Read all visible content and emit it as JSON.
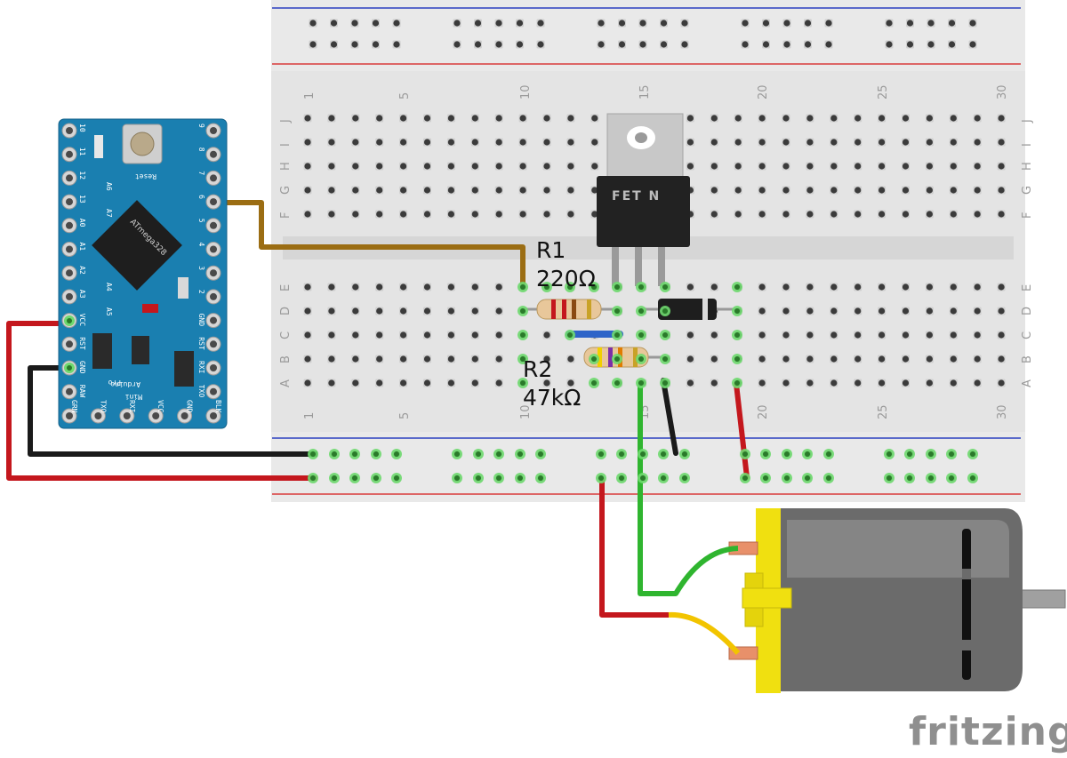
{
  "labels": {
    "r1_name": "R1",
    "r1_value": "220Ω",
    "r2_name": "R2",
    "r2_value": "47kΩ",
    "fet": "FET N",
    "watermark": "fritzing"
  },
  "breadboard": {
    "top_numbers": [
      "1",
      "5",
      "10",
      "15",
      "20",
      "25",
      "30"
    ],
    "bottom_numbers": [
      "1",
      "5",
      "10",
      "15",
      "20",
      "25",
      "30"
    ],
    "rows_top": [
      "J",
      "I",
      "H",
      "G",
      "F"
    ],
    "rows_bottom": [
      "E",
      "D",
      "C",
      "B",
      "A"
    ]
  },
  "arduino": {
    "reset": "Reset",
    "chip": "ATmega328",
    "name_line1": "Arduino",
    "name_line2": "Pro",
    "name_line3": "Mini",
    "left_pins": [
      "10",
      "11",
      "12",
      "13",
      "A0",
      "A1",
      "A2",
      "A3",
      "VCC",
      "RST",
      "GND",
      "RAW"
    ],
    "right_pins": [
      "9",
      "8",
      "7",
      "6",
      "5",
      "4",
      "3",
      "2",
      "GND",
      "RST",
      "RXI",
      "TXO"
    ],
    "inner_left": [
      "A6",
      "A7",
      "A4",
      "A5"
    ],
    "bottom_pins": [
      "GRN",
      "TXO",
      "RXI",
      "VCC",
      "GND",
      "BLK"
    ]
  },
  "colors": {
    "breadboard": "#e6e6e6",
    "rail_red": "#d93a3a",
    "rail_blue": "#2a3fbf",
    "wire_red": "#c4171d",
    "wire_black": "#1a1a1a",
    "wire_green": "#2fb52f",
    "wire_yellow": "#f2c400",
    "wire_brown": "#9b6d13",
    "wire_blue": "#2e64c8",
    "arduino_pcb": "#1a7fb0",
    "motor_body": "#6b6b6b",
    "motor_cap": "#f0e010"
  }
}
